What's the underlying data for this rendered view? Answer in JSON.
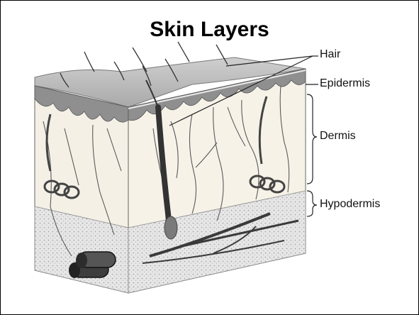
{
  "title": "Skin Layers",
  "labels": {
    "hair": "Hair",
    "epidermis": "Epidermis",
    "dermis": "Dermis",
    "hypodermis": "Hypodermis"
  }
}
